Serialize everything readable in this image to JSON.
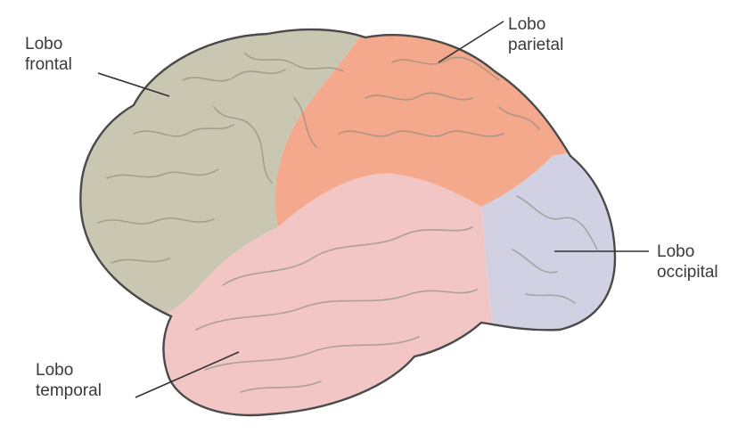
{
  "colors": {
    "frontal": "#c9c6b2",
    "parietal": "#f4a88c",
    "temporal": "#f1c6c4",
    "occipital": "#d2d1e3",
    "outline": "#4a4a4a",
    "sulcus": "#8e8a80",
    "leader": "#333333"
  },
  "labels": {
    "frontal": {
      "line1": "Lobo",
      "line2": "frontal"
    },
    "parietal": {
      "line1": "Lobo",
      "line2": "parietal"
    },
    "occipital": {
      "line1": "Lobo",
      "line2": "occipital"
    },
    "temporal": {
      "line1": "Lobo",
      "line2": "temporal"
    }
  }
}
